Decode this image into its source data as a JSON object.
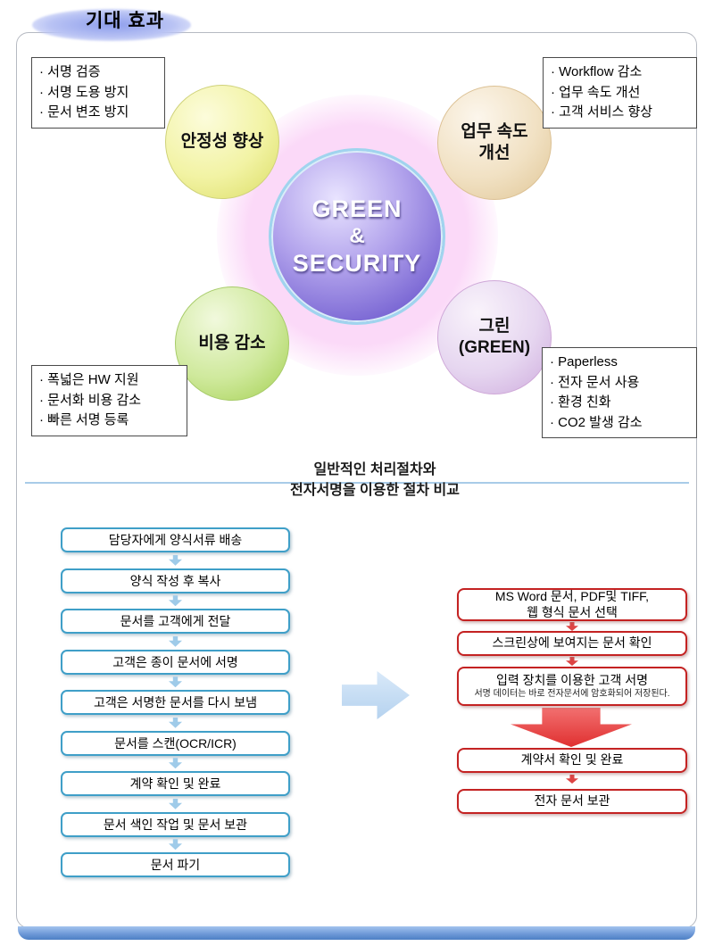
{
  "header": {
    "title": "기대 효과"
  },
  "diagram": {
    "center": {
      "lines": [
        "GREEN",
        "&",
        "SECURITY"
      ]
    },
    "bubbles": [
      {
        "lines": [
          "안정성 향상"
        ],
        "notes": [
          "· 서명 검증",
          "· 서명 도용 방지",
          "· 문서 변조 방지"
        ]
      },
      {
        "lines": [
          "업무 속도",
          "개선"
        ],
        "notes": [
          "· Workflow 감소",
          "· 업무 속도 개선",
          "· 고객 서비스 향상"
        ]
      },
      {
        "lines": [
          "비용 감소"
        ],
        "notes": [
          "· 폭넓은 HW 지원",
          "· 문서화 비용 감소",
          "· 빠른 서명 등록"
        ]
      },
      {
        "lines": [
          "그린",
          "(GREEN)"
        ],
        "notes": [
          "· Paperless",
          "· 전자 문서 사용",
          "· 환경 친화",
          "· CO2 발생 감소"
        ]
      }
    ]
  },
  "comparison": {
    "title_lines": [
      "일반적인 처리절차와",
      "전자서명을 이용한 절차 비교"
    ],
    "left_steps": [
      "담당자에게 양식서류 배송",
      "양식 작성 후 복사",
      "문서를 고객에게 전달",
      "고객은 종이 문서에 서명",
      "고객은 서명한 문서를 다시 보냄",
      "문서를 스캔(OCR/ICR)",
      "계약 확인 및 완료",
      "문서 색인 작업 및 문서 보관",
      "문서 파기"
    ],
    "right_steps": {
      "step1_lines": [
        "MS Word 문서, PDF및 TIFF,",
        "웹 형식 문서 선택"
      ],
      "step2": "스크린상에 보여지는 문서 확인",
      "step3_main": "입력 장치를 이용한 고객 서명",
      "step3_sub": "서명 데이터는 바로 전자문서에 암호화되어 저장된다.",
      "step4": "계약서 확인 및 완료",
      "step5": "전자 문서 보관"
    }
  },
  "colors": {
    "flow_blue": "#3f9fc8",
    "flow_red": "#c42222",
    "glow_pink": "#fbd9f8",
    "divider_blue": "#a8cbe8",
    "bottom_bar_blue": "#4d7fc4"
  }
}
